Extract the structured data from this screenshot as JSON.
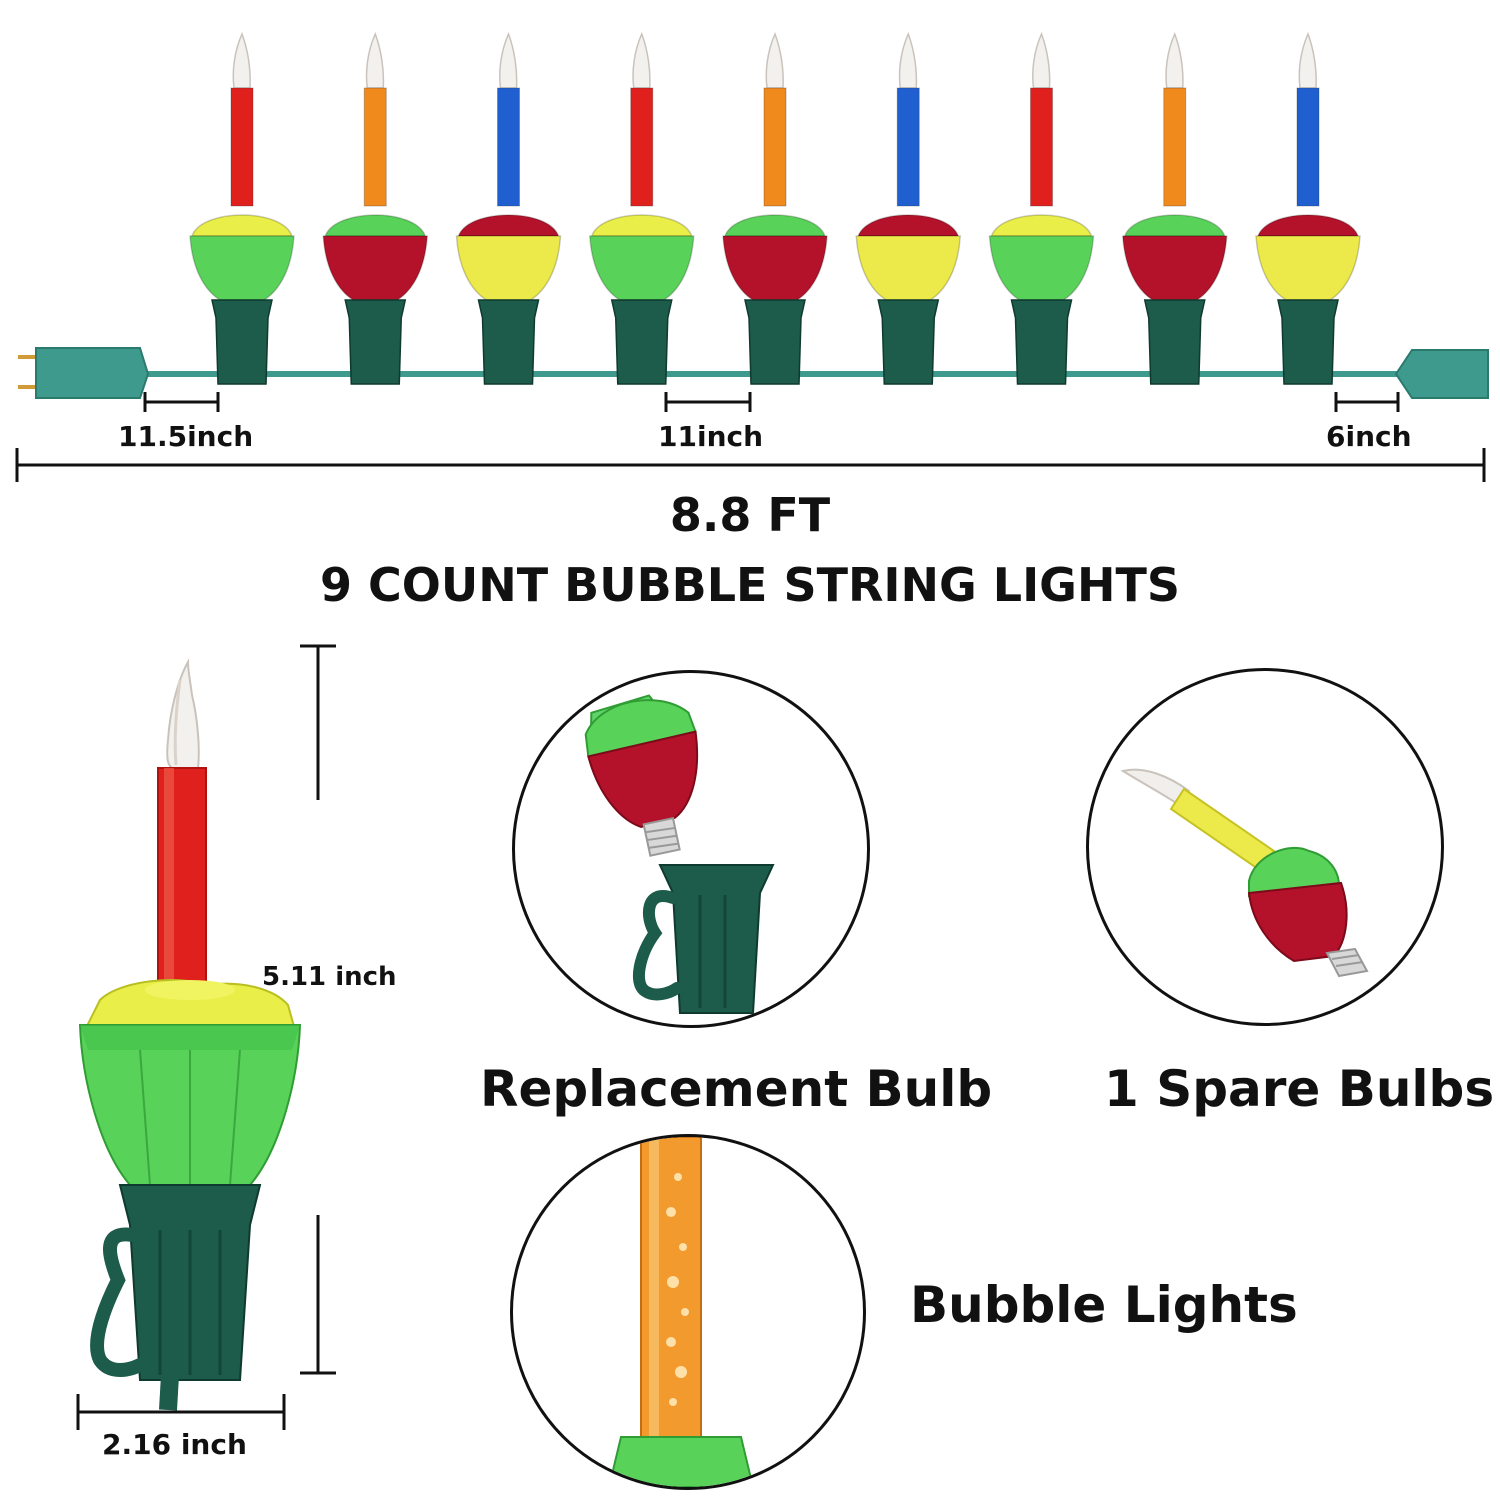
{
  "strip": {
    "bulb_count": 9,
    "bulb_colors": [
      {
        "tube": "#e0201c",
        "cap": "#e9ef48",
        "bowl": "#59d25a"
      },
      {
        "tube": "#f08a1c",
        "cap": "#59d25a",
        "bowl": "#b3122a"
      },
      {
        "tube": "#1f5fcf",
        "cap": "#b3122a",
        "bowl": "#ecea4a"
      },
      {
        "tube": "#e0201c",
        "cap": "#e9ef48",
        "bowl": "#59d25a"
      },
      {
        "tube": "#f08a1c",
        "cap": "#59d25a",
        "bowl": "#b3122a"
      },
      {
        "tube": "#1f5fcf",
        "cap": "#b3122a",
        "bowl": "#ecea4a"
      },
      {
        "tube": "#e0201c",
        "cap": "#e9ef48",
        "bowl": "#59d25a"
      },
      {
        "tube": "#f08a1c",
        "cap": "#59d25a",
        "bowl": "#b3122a"
      },
      {
        "tube": "#1f5fcf",
        "cap": "#b3122a",
        "bowl": "#ecea4a"
      }
    ],
    "socket_color": "#1d5b4b",
    "wire_color": "#3e9a8c"
  },
  "dimensions": {
    "lead_in": "11.5inch",
    "spacing": "11inch",
    "end_lead": "6inch",
    "total_length": "8.8 FT"
  },
  "headline": "9 COUNT BUBBLE STRING LIGHTS",
  "bulb_detail": {
    "height": "5.11 inch",
    "width": "2.16 inch"
  },
  "features": {
    "replacement": "Replacement Bulb",
    "spare": "1 Spare Bulbs",
    "bubble": "Bubble Lights"
  }
}
